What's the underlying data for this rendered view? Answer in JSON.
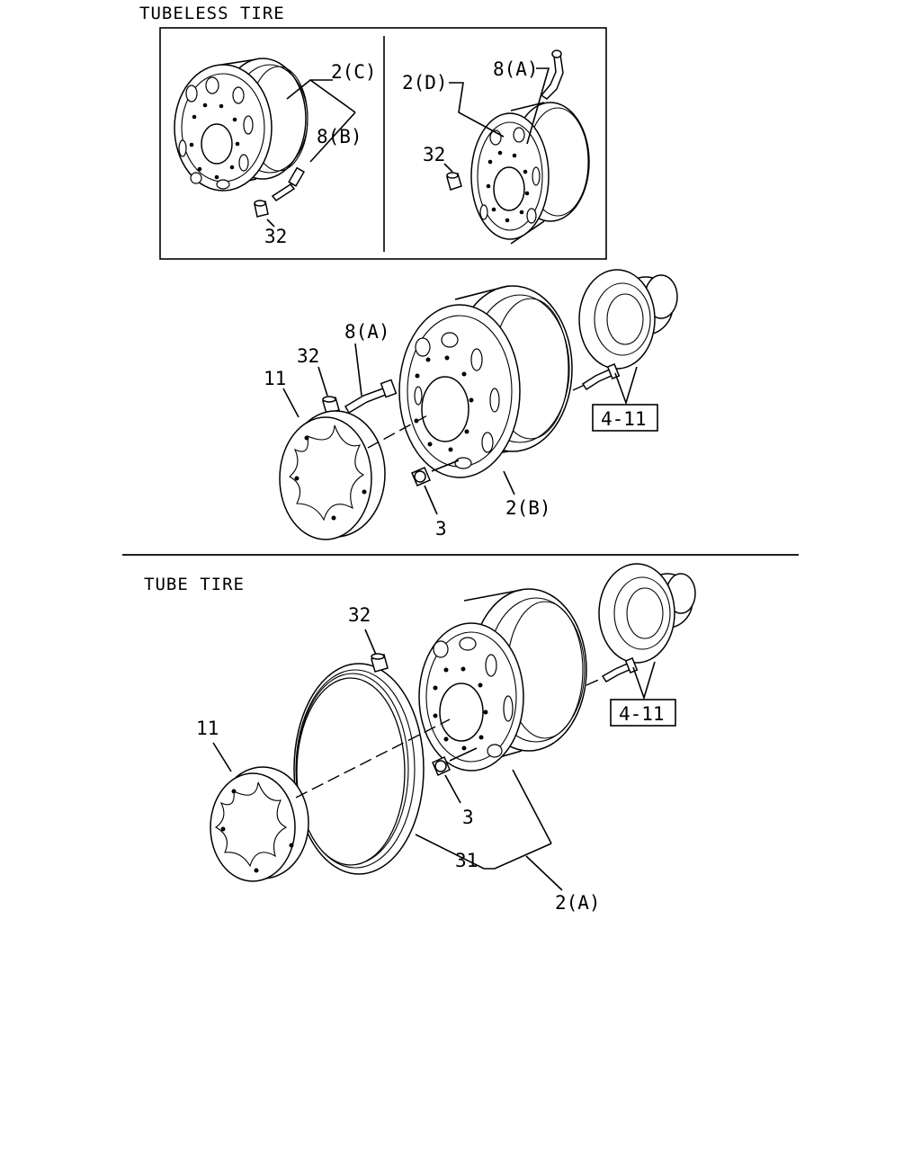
{
  "sections": {
    "tubeless_title": "TUBELESS TIRE",
    "tube_title": "TUBE TIRE"
  },
  "callouts": {
    "inset_left_rim": "2(C)",
    "inset_left_valve": "8(B)",
    "inset_left_cap": "32",
    "inset_right_rim": "2(D)",
    "inset_right_valve": "8(A)",
    "inset_right_cap": "32",
    "tubeless_valve": "8(A)",
    "tubeless_cap": "32",
    "tubeless_cover": "11",
    "tubeless_nut": "3",
    "tubeless_rim": "2(B)",
    "tubeless_hub_ref": "4-11",
    "tube_cap": "32",
    "tube_cover": "11",
    "tube_nut": "3",
    "tube_flap": "31",
    "tube_rim": "2(A)",
    "tube_hub_ref": "4-11"
  }
}
